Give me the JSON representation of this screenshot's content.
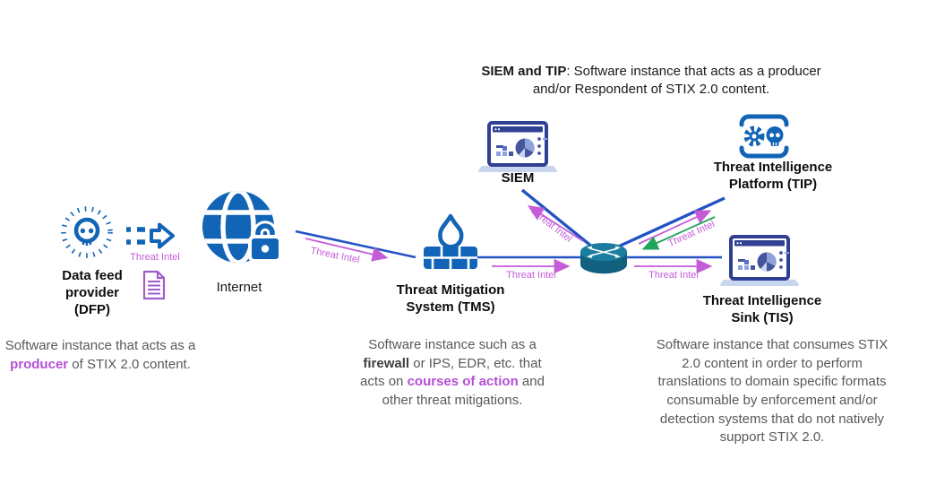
{
  "title": "STIX 2.0 threat intelligence sharing diagram",
  "colors": {
    "icon_blue": "#1164b6",
    "line_blue": "#2353c3",
    "magenta": "#c45cd8",
    "accent_text_magenta": "#b44fd6",
    "green_arrow": "#21a559",
    "doc_purple": "#a05ec8",
    "laptop_navy": "#2f3f92",
    "router_teal": "#136a8a",
    "body_text_gray": "#595959"
  },
  "top_note": {
    "lead": "SIEM and TIP",
    "body": ": Software instance that acts as a producer and/or Respondent of STIX 2.0 content."
  },
  "nodes": {
    "dfp": {
      "name": "Data feed\nprovider\n(DFP)",
      "icon": "skull-badge-icon",
      "desc": {
        "p1": "Software instance that acts as a ",
        "accent": "producer",
        "p2": " of STIX 2.0 content."
      }
    },
    "internet": {
      "name": "Internet",
      "icon": "globe-lock-icon"
    },
    "tms": {
      "name": "Threat Mitigation\nSystem (TMS)",
      "icon": "firewall-icon",
      "desc": {
        "p1": "Software instance such as a ",
        "bold1": "firewall",
        "p2": " or IPS, EDR, etc. that acts on ",
        "accent": "courses of action",
        "p3": " and other threat mitigations."
      }
    },
    "siem": {
      "name": "SIEM",
      "icon": "laptop-dashboard-icon"
    },
    "tip": {
      "name": "Threat Intelligence\nPlatform (TIP)",
      "icon": "gear-skull-icon"
    },
    "tis": {
      "name": "Threat Intelligence\nSink (TIS)",
      "icon": "laptop-dashboard-icon",
      "desc": "Software instance that consumes STIX 2.0 content in order to perform translations to domain specific formats consumable by enforcement and/or detection systems that do not natively support STIX 2.0."
    },
    "router": {
      "name": "",
      "icon": "router-icon"
    },
    "threat_intel_document": {
      "icon": "document-icon"
    },
    "dfp_feed_arrow": {
      "icon": "dashed-arrow-icon"
    }
  },
  "edges": [
    {
      "from": "dfp",
      "to": "internet",
      "label": "Threat Intel",
      "color": "magenta"
    },
    {
      "from": "internet",
      "to": "tms",
      "label": "Threat Intel",
      "color": "magenta"
    },
    {
      "from": "tms",
      "to": "router",
      "label": "Threat Intel",
      "color": "magenta"
    },
    {
      "from": "router",
      "to": "siem",
      "label": "Threat Intel",
      "color": "magenta"
    },
    {
      "from": "router",
      "to": "tip",
      "label": "Threat Intel",
      "color": "magenta"
    },
    {
      "from": "tip",
      "to": "router",
      "label": "",
      "color": "green"
    },
    {
      "from": "router",
      "to": "tis",
      "label": "Threat Intel",
      "color": "magenta"
    }
  ]
}
